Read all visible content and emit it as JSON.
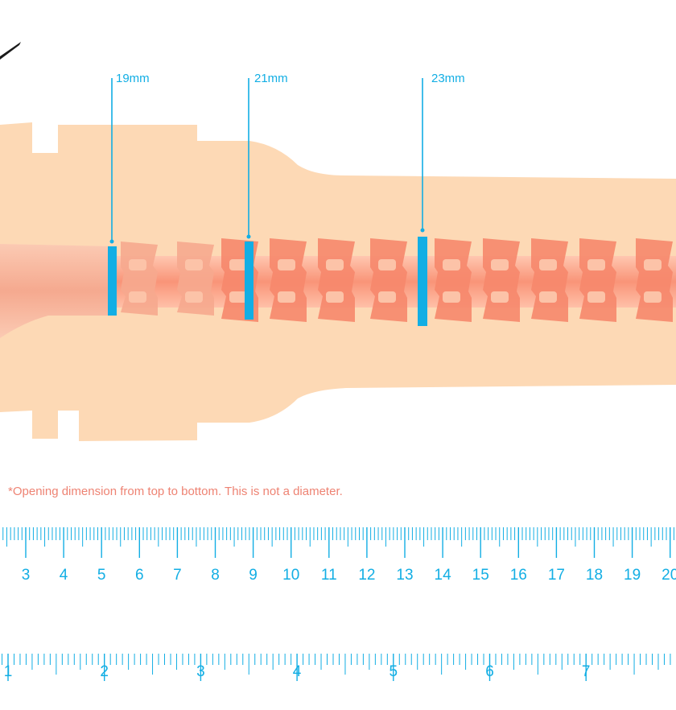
{
  "colors": {
    "accent": "#12aee4",
    "sleeve": "#fdd9b5",
    "canal": "#f88a72",
    "canal_dark": "#ee6a54",
    "note": "#ee8373",
    "pen": "#1a1a1a"
  },
  "measurements": [
    {
      "label": "19mm",
      "opening_mm": 19
    },
    {
      "label": "21mm",
      "opening_mm": 21
    },
    {
      "label": "23mm",
      "opening_mm": 23
    }
  ],
  "note": "*Opening dimension from top to bottom. This is not a diameter.",
  "ruler_cm": {
    "numbers": [
      "3",
      "4",
      "5",
      "6",
      "7",
      "8",
      "9",
      "10",
      "11",
      "12",
      "13",
      "14",
      "15",
      "16",
      "17",
      "18",
      "19",
      "20"
    ]
  },
  "ruler_in": {
    "numbers": [
      "1",
      "2",
      "3",
      "4",
      "5",
      "6",
      "7"
    ]
  }
}
